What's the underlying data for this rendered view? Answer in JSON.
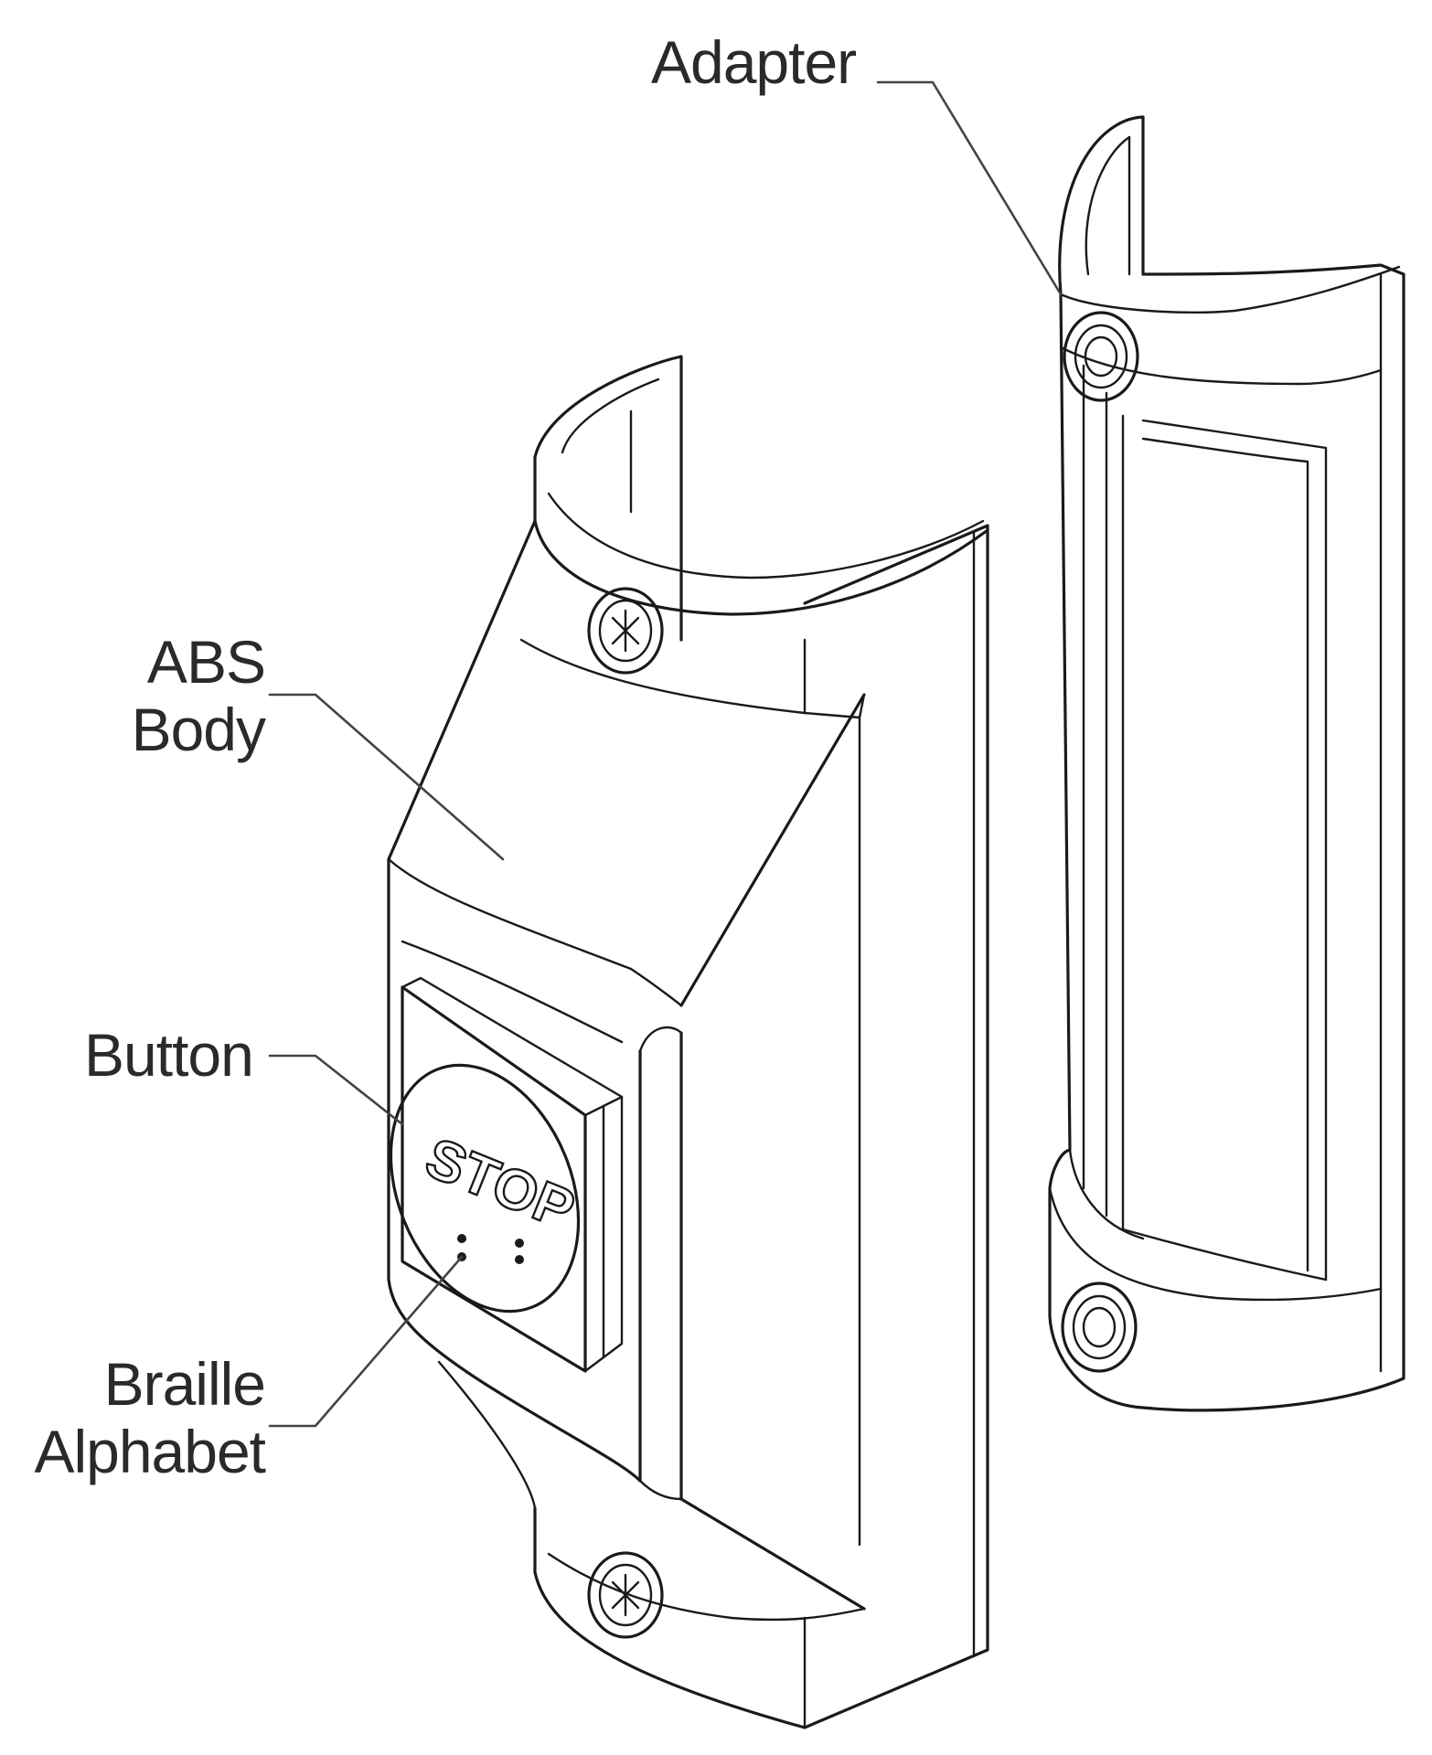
{
  "labels": {
    "adapter": "Adapter",
    "abs_body_line1": "ABS",
    "abs_body_line2": "Body",
    "button": "Button",
    "braille_line1": "Braille",
    "braille_line2": "Alphabet"
  },
  "button_text": "STOP",
  "colors": {
    "ink": "#1a1a1a",
    "label_text": "#2a2a2a",
    "background": "#ffffff"
  }
}
